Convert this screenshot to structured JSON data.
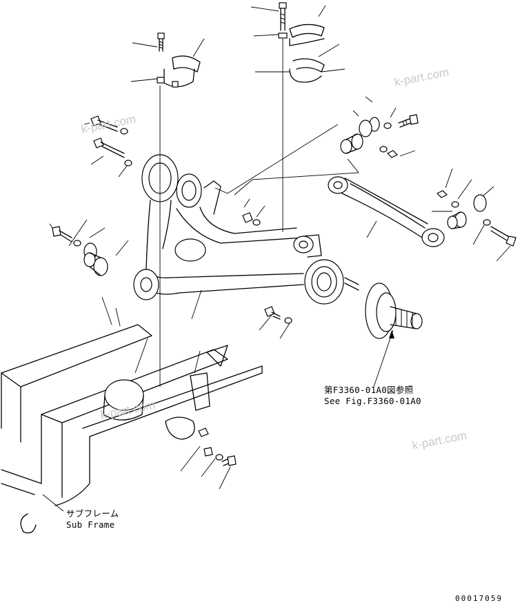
{
  "diagram": {
    "reference_note": {
      "line_jp": "第F3360-01A0図参照",
      "line_en": "See Fig.F3360-01A0"
    },
    "subframe_label": {
      "line_jp": "サブフレーム",
      "line_en": "Sub Frame"
    },
    "watermarks": [
      "k-part.com",
      "k-part.com",
      "k-part.com",
      "k-part.com"
    ],
    "drawing_number": "00017059"
  }
}
